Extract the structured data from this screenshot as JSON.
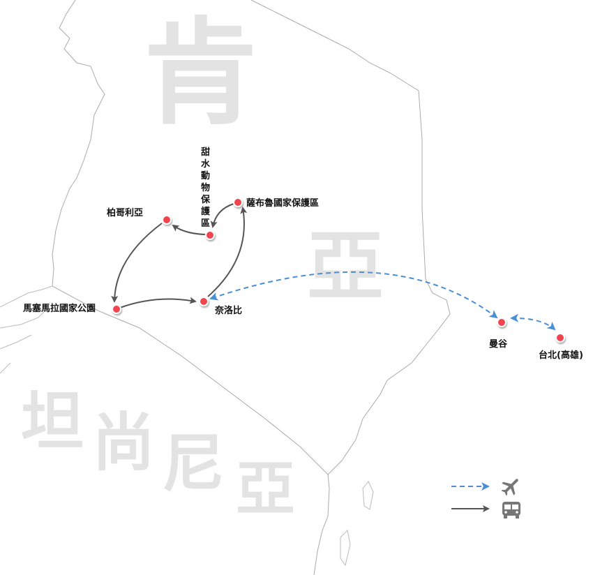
{
  "country_labels": {
    "kenya_1": "肯",
    "kenya_2": "亞",
    "tanzania": [
      "坦",
      "尚",
      "尼",
      "亞"
    ]
  },
  "places": {
    "samburu": "薩布魯國家保護區",
    "sweetwaters": [
      "甜",
      "水",
      "動",
      "物",
      "保",
      "護",
      "區"
    ],
    "nakuru": "柏哥利亞",
    "masai_mara": "馬塞馬拉國家公園",
    "nairobi": "奈洛比",
    "bangkok": "曼谷",
    "taipei": "台北(高雄)"
  },
  "legend": {
    "flight_icon": "airplane-icon",
    "bus_icon": "bus-icon"
  },
  "colors": {
    "flight": "#4a8fd6",
    "bus": "#555555",
    "dot": "#f0444f"
  }
}
